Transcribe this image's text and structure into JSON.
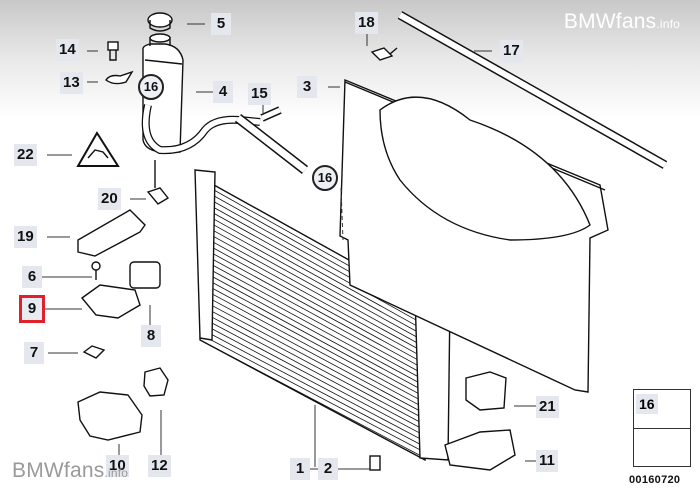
{
  "watermark": {
    "brand": "BMWfans",
    "suffix": ".info"
  },
  "diagram_id": "00160720",
  "selected_part": "9",
  "callouts": [
    {
      "id": "c1",
      "text": "1"
    },
    {
      "id": "c2",
      "text": "2"
    },
    {
      "id": "c3",
      "text": "3"
    },
    {
      "id": "c4",
      "text": "4"
    },
    {
      "id": "c5",
      "text": "5"
    },
    {
      "id": "c6",
      "text": "6"
    },
    {
      "id": "c7",
      "text": "7"
    },
    {
      "id": "c8",
      "text": "8"
    },
    {
      "id": "c9",
      "text": "9"
    },
    {
      "id": "c10",
      "text": "10"
    },
    {
      "id": "c11",
      "text": "11"
    },
    {
      "id": "c12",
      "text": "12"
    },
    {
      "id": "c13",
      "text": "13"
    },
    {
      "id": "c14",
      "text": "14"
    },
    {
      "id": "c15",
      "text": "15"
    },
    {
      "id": "c17",
      "text": "17"
    },
    {
      "id": "c18",
      "text": "18"
    },
    {
      "id": "c19",
      "text": "19"
    },
    {
      "id": "c20",
      "text": "20"
    },
    {
      "id": "c21",
      "text": "21"
    },
    {
      "id": "c22",
      "text": "22"
    }
  ],
  "circle_refs": [
    {
      "text": "16"
    },
    {
      "text": "16"
    }
  ],
  "legend": {
    "ref": "16"
  },
  "colors": {
    "highlight": "#e0202a",
    "label_bg": "#e4e8ee"
  }
}
